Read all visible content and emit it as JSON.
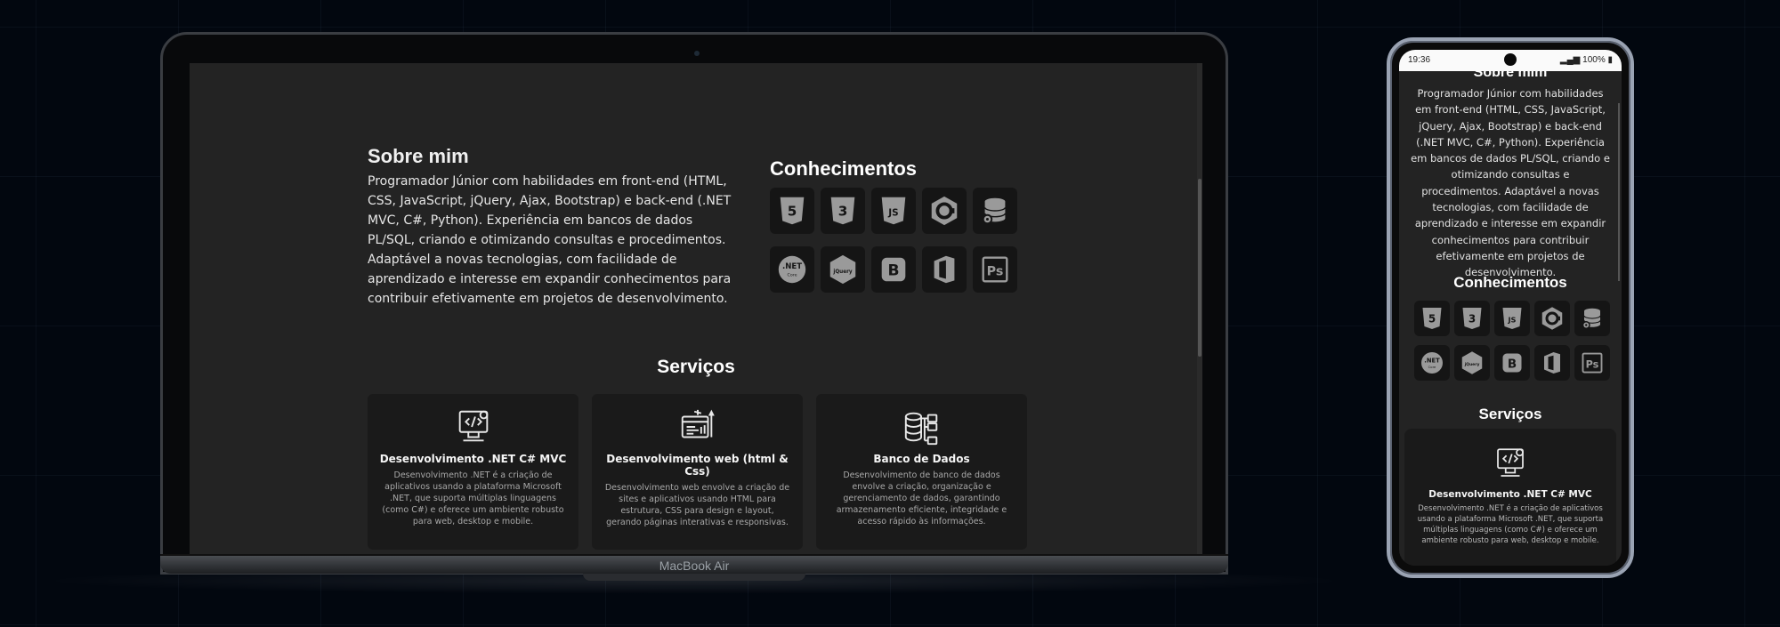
{
  "laptop": {
    "brand": "MacBook Air",
    "about": {
      "title": "Sobre mim",
      "text": "Programador Júnior com habilidades em front-end (HTML, CSS, JavaScript, jQuery, Ajax, Bootstrap) e back-end (.NET MVC, C#, Python). Experiência em bancos de dados PL/SQL, criando e otimizando consultas e procedimentos. Adaptável a novas tecnologias, com facilidade de aprendizado e interesse em expandir conhecimentos para contribuir efetivamente em projetos de desenvolvimento."
    },
    "skills_title": "Conhecimentos",
    "services_title": "Serviços",
    "services": [
      {
        "title": "Desenvolvimento .NET C# MVC",
        "description": "Desenvolvimento .NET é a criação de aplicativos usando a plataforma Microsoft .NET, que suporta múltiplas linguagens (como C#) e oferece um ambiente robusto para web, desktop e mobile."
      },
      {
        "title": "Desenvolvimento web (html & Css)",
        "description": "Desenvolvimento web envolve a criação de sites e aplicativos usando HTML para estrutura, CSS para design e layout, gerando páginas interativas e responsivas."
      },
      {
        "title": "Banco de Dados",
        "description": "Desenvolvimento de banco de dados envolve a criação, organização e gerenciamento de dados, garantindo armazenamento eficiente, integridade e acesso rápido às informações."
      }
    ]
  },
  "skills": [
    {
      "name": "HTML5",
      "icon": "html5-icon",
      "glyph": "5"
    },
    {
      "name": "CSS3",
      "icon": "css3-icon",
      "glyph": "3"
    },
    {
      "name": "JavaScript",
      "icon": "javascript-icon",
      "glyph": "JS"
    },
    {
      "name": "C#",
      "icon": "csharp-icon",
      "glyph": "C"
    },
    {
      "name": "PL/SQL",
      "icon": "database-gear-icon",
      "glyph": ""
    },
    {
      "name": ".NET Core",
      "icon": "dotnet-icon",
      "glyph": ".NET"
    },
    {
      "name": "jQuery",
      "icon": "jquery-icon",
      "glyph": "jQuery"
    },
    {
      "name": "Bootstrap",
      "icon": "bootstrap-icon",
      "glyph": "B"
    },
    {
      "name": "Office",
      "icon": "office-icon",
      "glyph": ""
    },
    {
      "name": "Photoshop",
      "icon": "photoshop-icon",
      "glyph": "Ps"
    }
  ],
  "phone": {
    "status_time": "19:36",
    "status_right": "100%",
    "about_title": "Sobre mim",
    "about_text": "Programador Júnior com habilidades em front-end (HTML, CSS, JavaScript, jQuery, Ajax, Bootstrap) e back-end (.NET MVC, C#, Python). Experiência em bancos de dados PL/SQL, criando e otimizando consultas e procedimentos. Adaptável a novas tecnologias, com facilidade de aprendizado e interesse em expandir conhecimentos para contribuir efetivamente em projetos de desenvolvimento.",
    "skills_title": "Conhecimentos",
    "services_title": "Serviços",
    "service": {
      "title": "Desenvolvimento .NET C# MVC",
      "description": "Desenvolvimento .NET é a criação de aplicativos usando a plataforma Microsoft .NET, que suporta múltiplas linguagens (como C#) e oferece um ambiente robusto para web, desktop e mobile."
    }
  },
  "colors": {
    "background": "#02070f",
    "screen": "#232323",
    "card": "#1a1a1a",
    "icon": "#9a9a9a"
  }
}
